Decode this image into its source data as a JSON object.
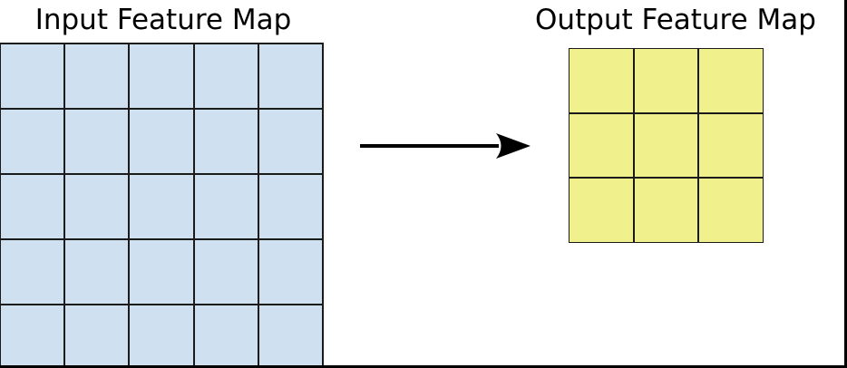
{
  "titles": {
    "input": "Input Feature Map",
    "output": "Output Feature Map"
  },
  "grids": {
    "input": {
      "rows": 5,
      "cols": 5,
      "fill": "#cfe0f1",
      "line_color": "#1b1b1b"
    },
    "output": {
      "rows": 3,
      "cols": 3,
      "fill": "#f0f08d",
      "line_color": "#1b1b1b"
    }
  },
  "arrow": {
    "direction": "right",
    "color": "#000000"
  },
  "frame": {
    "color": "#000000"
  },
  "background": "#ffffff"
}
